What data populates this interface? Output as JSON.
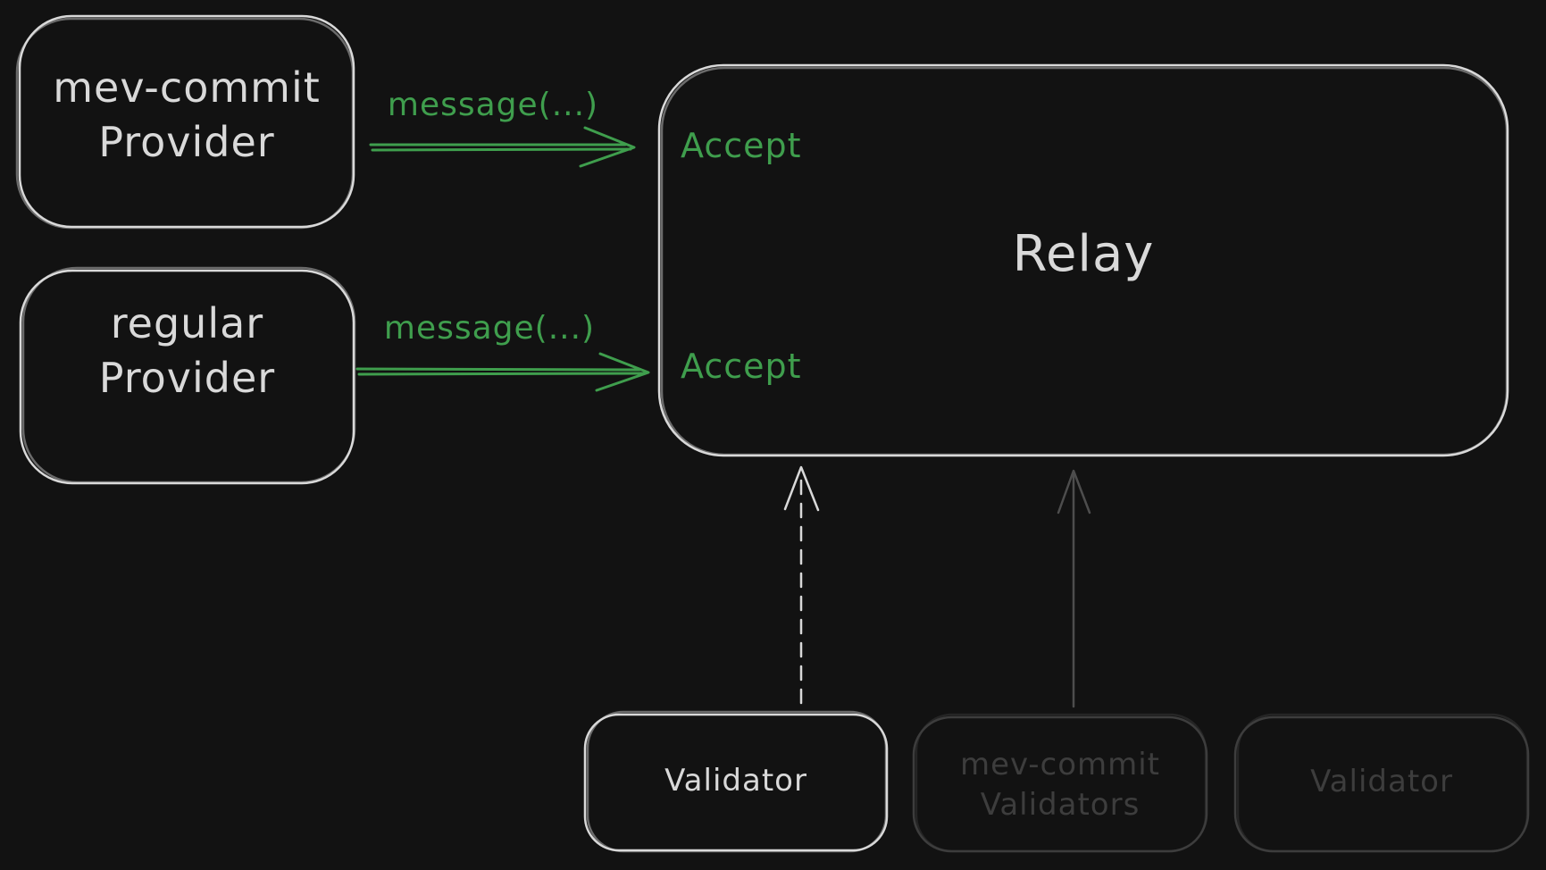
{
  "diagram": {
    "colors": {
      "bg": "#121212",
      "light": "#d9d9d9",
      "green": "#3f9e4d",
      "dim": "#3d3d3d",
      "gray_arrow": "#4d4d4d"
    },
    "nodes": {
      "mev_commit_provider": {
        "label": "mev-commit\nProvider"
      },
      "regular_provider": {
        "label": "regular\nProvider"
      },
      "relay": {
        "label": "Relay",
        "accept_top": "Accept",
        "accept_bottom": "Accept"
      },
      "validator_active": {
        "label": "Validator"
      },
      "mev_commit_validators": {
        "label": "mev-commit\nValidators"
      },
      "validator_inactive": {
        "label": "Validator"
      }
    },
    "edges": {
      "message_top": {
        "label": "message(...)"
      },
      "message_bottom": {
        "label": "message(...)"
      }
    }
  }
}
